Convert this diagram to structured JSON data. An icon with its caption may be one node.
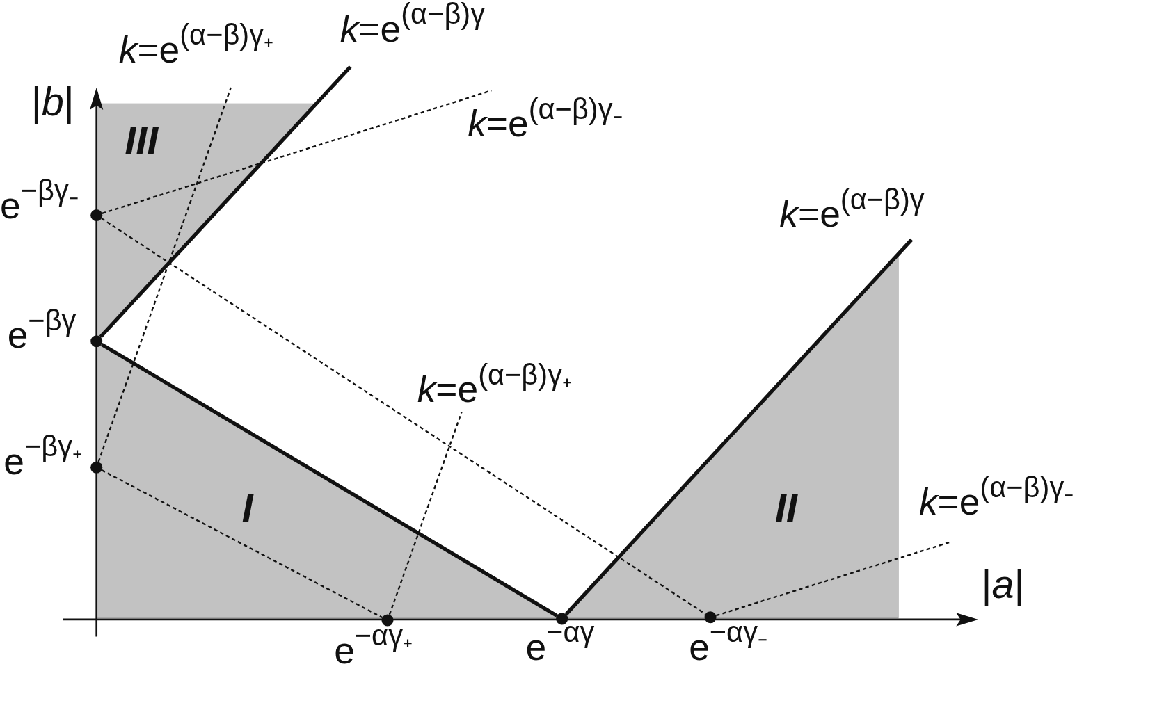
{
  "diagram": {
    "nodes": [
      {
        "text": [],
        "shape": "circle",
        "beside": [
          "e$^{−βγ₋}$"
        ]
      },
      {
        "text": [],
        "shape": "circle",
        "beside": [
          "e$^{−βγ}$"
        ]
      },
      {
        "text": [],
        "shape": "circle",
        "beside": [
          "e$^{−βγ₊}$"
        ]
      },
      {
        "text": [],
        "shape": "circle",
        "beside": [
          "e$^{−αγ₊}$"
        ]
      },
      {
        "text": [],
        "shape": "circle",
        "beside": [
          "e$^{−αγ}$"
        ]
      },
      {
        "text": [],
        "shape": "circle",
        "beside": [
          "e$^{−αγ₋}$"
        ]
      }
    ],
    "edges": [
      {
        "from": 1,
        "to": null,
        "arrow": "none",
        "style": "thick",
        "label": "*k*=e$^{(α−β)γ}$"
      },
      {
        "from": 1,
        "to": 4,
        "arrow": "none",
        "style": "thick"
      },
      {
        "from": 4,
        "to": null,
        "arrow": "none",
        "style": "thick",
        "label": "*k*=e$^{(α−β)γ}$"
      },
      {
        "from": 2,
        "to": null,
        "arrow": "none",
        "style": "dashed",
        "label": "*k*=e$^{(α−β)γ₊}$"
      },
      {
        "from": 0,
        "to": null,
        "arrow": "none",
        "style": "dashed",
        "label": "*k*=e$^{(α−β)γ₋}$"
      },
      {
        "from": 2,
        "to": 3,
        "arrow": "none",
        "style": "dashed"
      },
      {
        "from": 0,
        "to": 5,
        "arrow": "none",
        "style": "dashed"
      },
      {
        "from": 3,
        "to": null,
        "arrow": "none",
        "style": "dashed",
        "label": "*k*=e$^{(α−β)γ₊}$"
      },
      {
        "from": 5,
        "to": null,
        "arrow": "none",
        "style": "dashed",
        "label": "*k*=e$^{(α−β)γ₋}$"
      }
    ],
    "labels": [
      "|*b*|",
      "III",
      "I",
      "II",
      "|*a*|"
    ]
  }
}
